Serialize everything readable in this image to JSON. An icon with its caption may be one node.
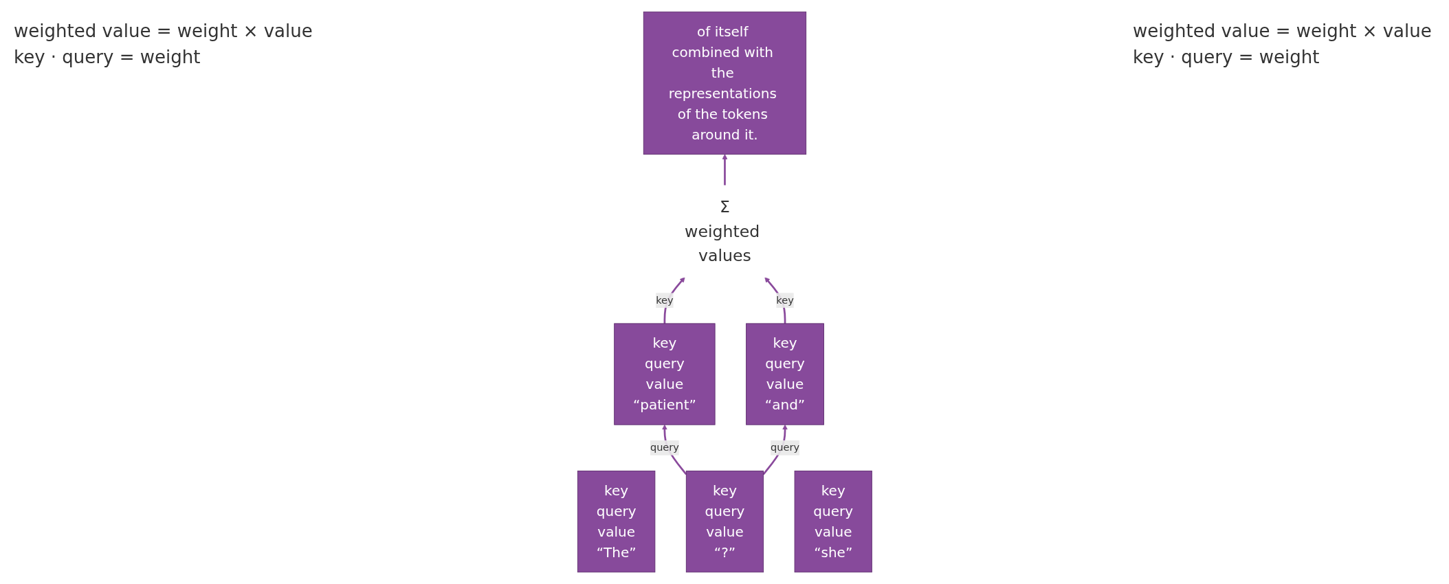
{
  "diagram": {
    "nodes": [
      {
        "text": [
          "of itself combined with the representations of the tokens around it."
        ]
      },
      {
        "text": [
          "Σ",
          "weighted values"
        ]
      },
      {
        "text": [
          "key",
          "query",
          "value",
          "“The”"
        ]
      },
      {
        "text": [
          "key",
          "query",
          "value",
          "“patient”"
        ]
      },
      {
        "text": [
          "key",
          "query",
          "value",
          "“?”"
        ]
      },
      {
        "text": [
          "key",
          "query",
          "value",
          "“and”"
        ]
      },
      {
        "text": [
          "key",
          "query",
          "value",
          "“she”"
        ]
      }
    ],
    "edges": [
      {
        "from": 1,
        "to": 0,
        "arrow": "to"
      },
      {
        "from": 4,
        "to": 3,
        "arrow": "to",
        "label": "query"
      },
      {
        "from": 4,
        "to": 5,
        "arrow": "to",
        "label": "query"
      },
      {
        "from": 3,
        "to": 1,
        "arrow": "to",
        "label": "key"
      },
      {
        "from": 5,
        "to": 1,
        "arrow": "to",
        "label": "key"
      }
    ],
    "labels": [
      "weighted value = weight × value",
      "key · query = weight",
      "weighted value = weight × value",
      "key · query = weight"
    ]
  }
}
